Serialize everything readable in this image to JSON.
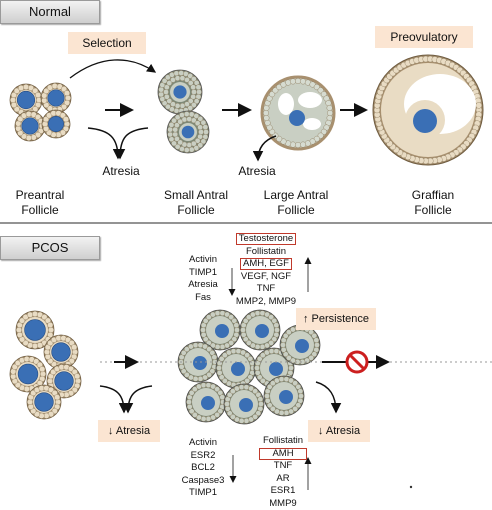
{
  "normal": {
    "tag": "Normal",
    "selection": "Selection",
    "preovulatory": "Preovulatory",
    "atresia_left": "Atresia",
    "atresia_right": "Atresia",
    "stages": [
      {
        "line1": "Preantral",
        "line2": "Follicle"
      },
      {
        "line1": "Small Antral",
        "line2": "Follicle"
      },
      {
        "line1": "Large Antral",
        "line2": "Follicle"
      },
      {
        "line1": "Graffian",
        "line2": "Follicle"
      }
    ]
  },
  "pcos": {
    "tag": "PCOS",
    "persistence": "↑ Persistence",
    "atresia_left": "↓ Atresia",
    "atresia_right": "↓ Atresia",
    "top_down_markers": [
      "Activin",
      "TIMP1",
      "Atresia",
      "Fas"
    ],
    "top_up_markers": [
      "Testosterone",
      "Follistatin",
      "AMH, EGF",
      "VEGF, NGF",
      "TNF",
      "MMP2, MMP9"
    ],
    "bottom_down_markers": [
      "Activin",
      "ESR2",
      "BCL2",
      "Caspase3",
      "TIMP1"
    ],
    "bottom_up_markers": [
      "Follistatin",
      "AMH",
      "TNF",
      "AR",
      "ESR1",
      "MMP9"
    ],
    "highlighted_markers": [
      "Testosterone",
      "AMH",
      "AMH"
    ]
  },
  "colors": {
    "nucleus": "#3a6fb5",
    "granulosa": "#e9dcc4",
    "theca": "#a8906f",
    "antral_cell": "#c9cfc3",
    "highlight_box": "#c0392b",
    "label_fill": "#fbe5d2",
    "no_sign": "#cc1f1f"
  }
}
